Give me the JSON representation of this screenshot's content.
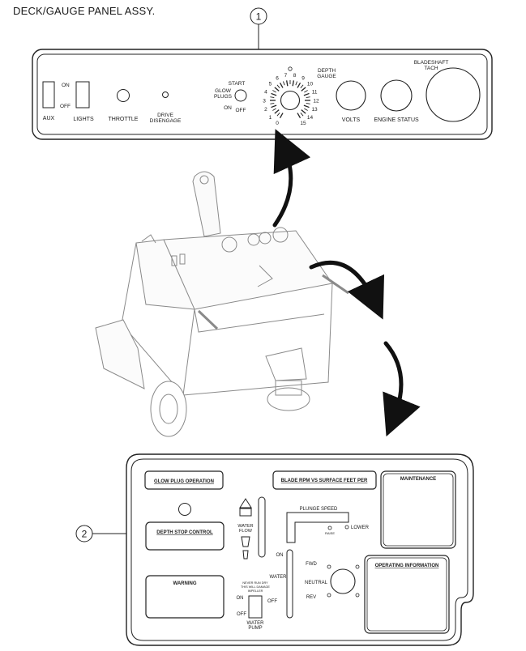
{
  "title": "DECK/GAUGE PANEL  ASSY.",
  "callouts": [
    "1",
    "2"
  ],
  "gauge_panel": {
    "aux": "AUX",
    "on": "ON",
    "off": "OFF",
    "lights": "LIGHTS",
    "throttle": "THROTTLE",
    "drive_line1": "DRIVE",
    "drive_line2": "DISENGAGE",
    "start": "START",
    "glow_line1": "GLOW",
    "glow_line2": "PLUGS",
    "glow_on": "ON",
    "glow_off": "OFF",
    "depth_line1": "DEPTH",
    "depth_line2": "GAUGE",
    "dial_numbers": [
      "0",
      "1",
      "2",
      "3",
      "4",
      "5",
      "6",
      "7",
      "8",
      "9",
      "10",
      "11",
      "12",
      "13",
      "14",
      "15"
    ],
    "volts": "VOLTS",
    "engine_status": "ENGINE STATUS",
    "tach_line1": "BLADESHAFT",
    "tach_line2": "TACH"
  },
  "deck_panel": {
    "glow_plug_operation": "GLOW PLUG OPERATION",
    "blade_rpm": "BLADE RPM VS SURFACE FEET PER",
    "maintenance": "MAINTENANCE",
    "plunge_speed": "PLUNGE SPEED",
    "lower": "LOWER",
    "raise": "RAISE",
    "depth_stop_control": "DEPTH STOP CONTROL",
    "water_flow_line1": "WATER",
    "water_flow_line2": "FLOW",
    "on": "ON",
    "water": "WATER",
    "fwd": "FWD",
    "neutral": "NEUTRAL",
    "rev": "REV",
    "operating_information": "OPERATING INFORMATION",
    "warning": "WARNING",
    "fine_print_line1": "NEVER RUN DRY",
    "fine_print_line2": "THIS WILL DAMAGE",
    "fine_print_line3": "IMPELLER",
    "pump_on": "ON",
    "pump_off_right": "OFF",
    "pump_off_left": "OFF",
    "water_pump_line1": "WATER",
    "water_pump_line2": "PUMP"
  }
}
